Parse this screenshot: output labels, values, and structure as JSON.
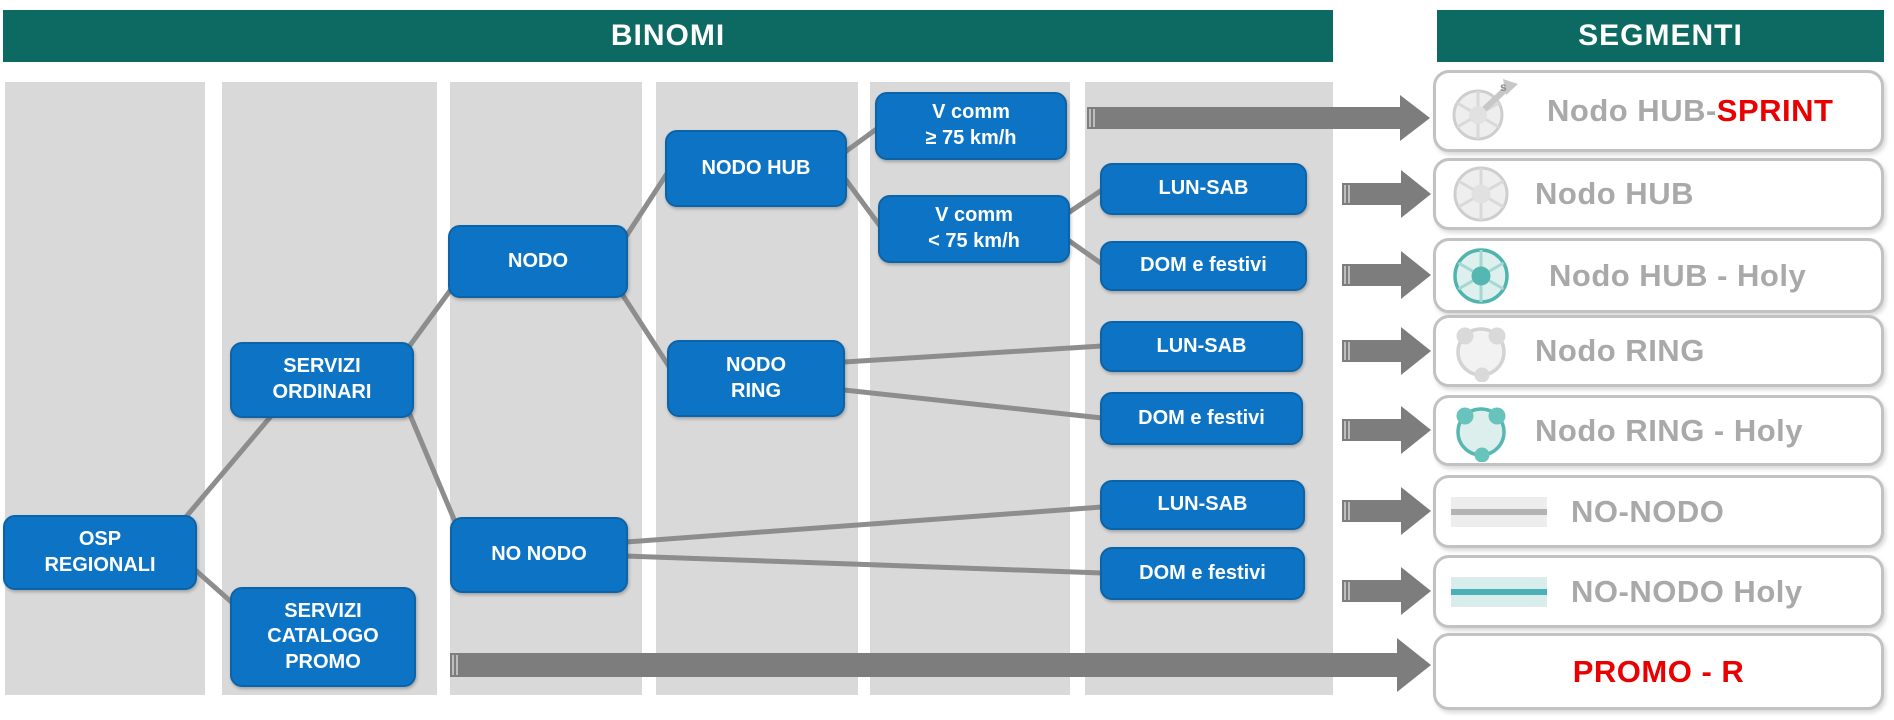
{
  "header": {
    "binomi": "BINOMI",
    "segmenti": "SEGMENTI"
  },
  "nodes": {
    "osp_regionali": "OSP\nREGIONALI",
    "servizi_ordinari": "SERVIZI\nORDINARI",
    "servizi_catalogo_promo": "SERVIZI\nCATALOGO\nPROMO",
    "nodo": "NODO",
    "no_nodo": "NO NODO",
    "nodo_hub": "NODO HUB",
    "nodo_ring": "NODO\nRING",
    "v_comm_ge": "V comm\n≥ 75 km/h",
    "v_comm_lt": "V comm\n< 75 km/h",
    "lun_sab_hub": "LUN-SAB",
    "dom_festivi_hub": "DOM e festivi",
    "lun_sab_ring": "LUN-SAB",
    "dom_festivi_ring": "DOM e festivi",
    "lun_sab_no_nodo": "LUN-SAB",
    "dom_festivi_no_nodo": "DOM e festivi"
  },
  "segments": [
    {
      "prefix": "Nodo HUB-",
      "highlight": "SPRINT",
      "icon": "hub-sprint-icon",
      "icon_letter": "s"
    },
    {
      "label": "Nodo HUB",
      "icon": "hub-wheel-icon"
    },
    {
      "label": "Nodo HUB - Holy",
      "icon": "hub-wheel-holy-icon"
    },
    {
      "label": "Nodo RING",
      "icon": "ring-icon"
    },
    {
      "label": "Nodo RING - Holy",
      "icon": "ring-holy-icon"
    },
    {
      "label": "NO-NODO",
      "icon": "track-bar-icon"
    },
    {
      "label": "NO-NODO Holy",
      "icon": "track-bar-holy-icon"
    },
    {
      "label": "PROMO - R",
      "icon": null
    }
  ],
  "colors": {
    "header_teal": "#0c6a63",
    "node_blue": "#0d74c5",
    "column_gray": "#d9d9d9",
    "connector_gray": "#8d8d8d",
    "arrow_gray": "#7d7d7d",
    "segment_border": "#c2c2c2",
    "segment_text": "#a9a9a9",
    "highlight_red": "#e90000",
    "holy_teal": "#54b6b0"
  }
}
